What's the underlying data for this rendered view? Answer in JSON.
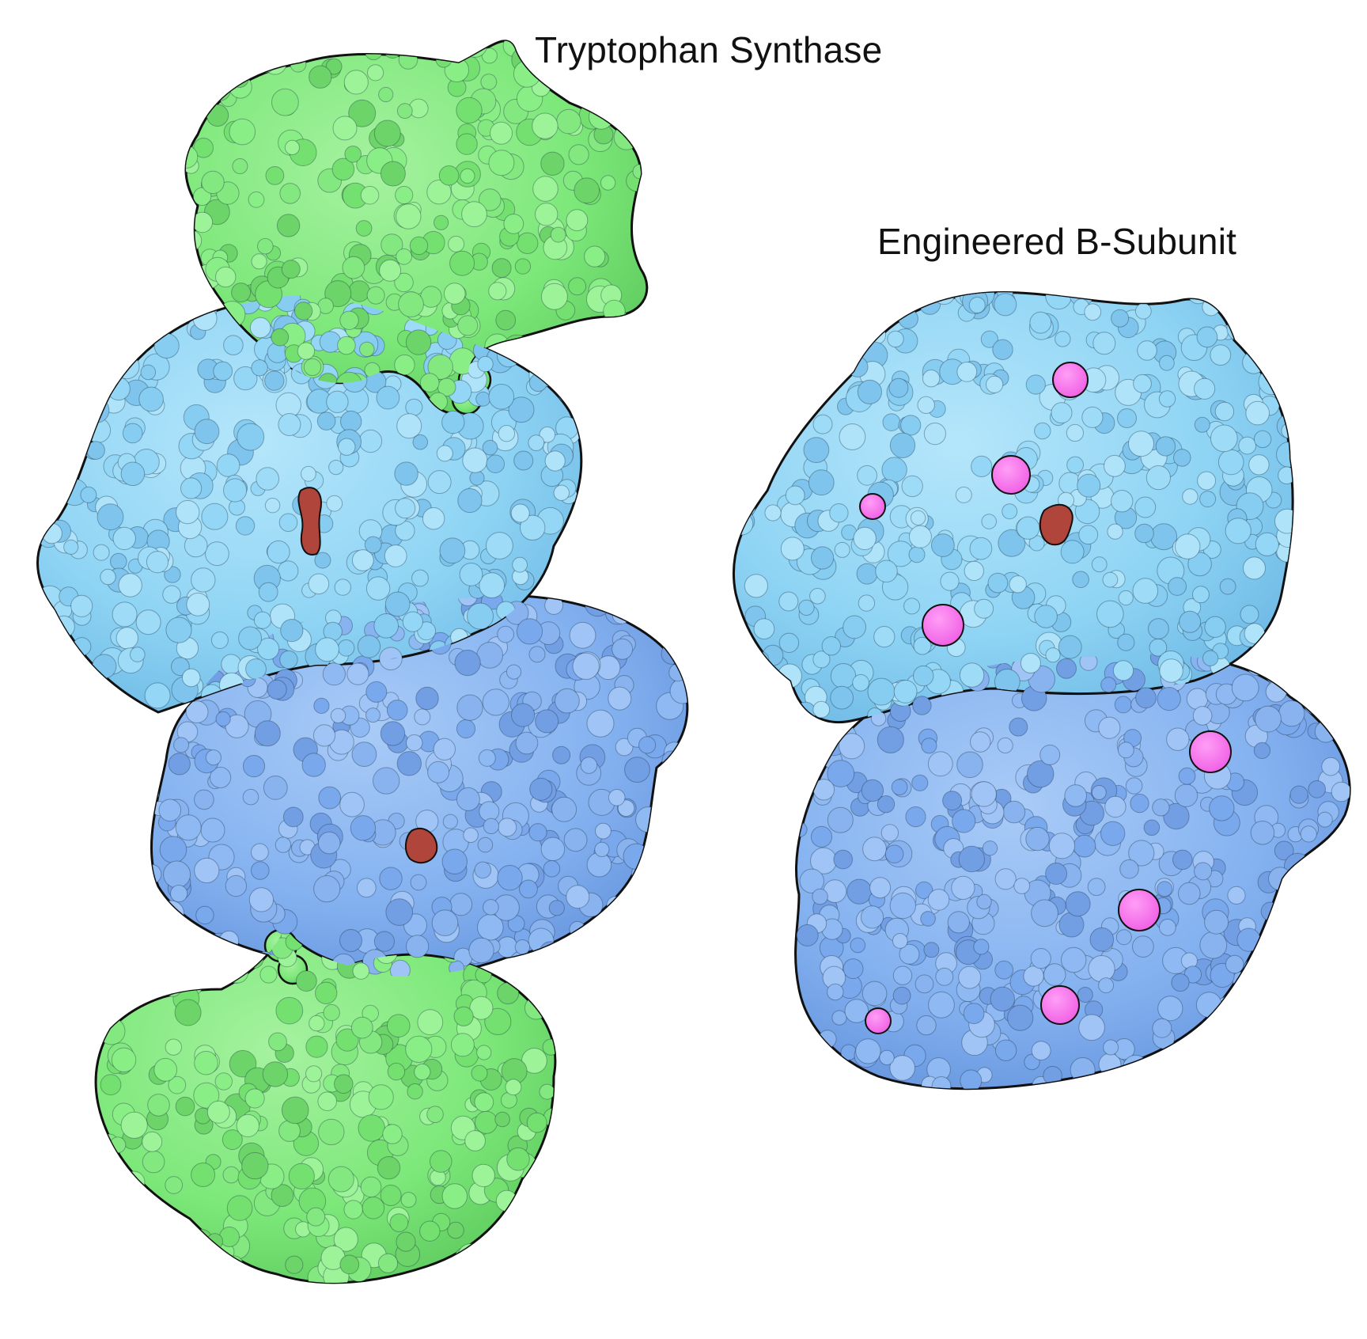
{
  "labels": {
    "tryptophan_synthase": "Tryptophan Synthase",
    "engineered_b_subunit": "Engineered B-Subunit"
  },
  "colors": {
    "background": "#ffffff",
    "alpha_subunit_green": "#7de87a",
    "beta_subunit_light_blue": "#8fd4f4",
    "beta_subunit_mid_blue": "#84b2f0",
    "active_site_red": "#b0453c",
    "mutation_magenta": "#f06ae6",
    "outline": "#111111"
  },
  "molecules": [
    {
      "name_ref": "tryptophan_synthase",
      "subunits": [
        "alpha-green",
        "beta-light-blue",
        "beta-mid-blue",
        "alpha-green"
      ],
      "active_sites": 2
    },
    {
      "name_ref": "engineered_b_subunit",
      "subunits": [
        "beta-light-blue",
        "beta-mid-blue"
      ],
      "active_sites": 1,
      "mutation_sites": 8
    }
  ]
}
